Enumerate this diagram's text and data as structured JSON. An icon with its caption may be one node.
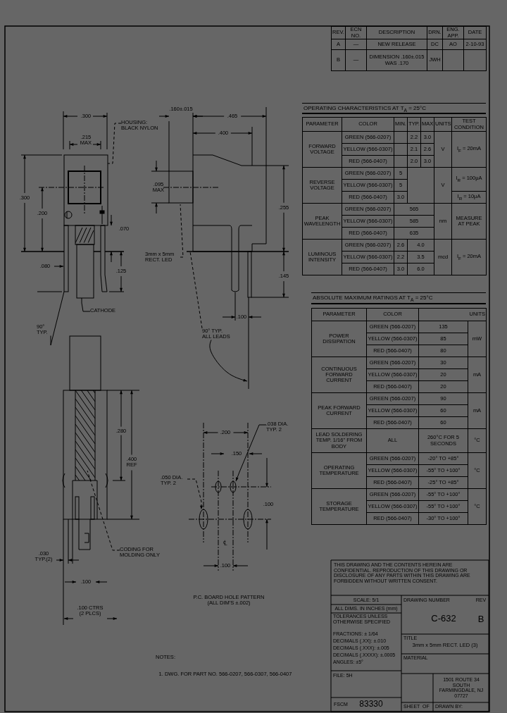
{
  "diagram": {
    "nodes": [
      {
        "text": [
          "HOUSING: BLACK NYLON"
        ]
      },
      {
        "text": [
          "90° TYP."
        ]
      },
      {
        "text": [
          "CATHODE"
        ]
      },
      {
        "text": [
          "3mm x 5mm RECT. LED"
        ]
      },
      {
        "text": [
          "90° TYP. ALL LEADS"
        ]
      },
      {
        "text": [
          "CODING FOR MOLDING ONLY"
        ]
      },
      {
        "text": [
          ".038 DIA. TYP. 2"
        ]
      },
      {
        "text": [
          ".050 DIA. TYP. 2"
        ]
      },
      {
        "text": [],
        "shape": "bar"
      },
      {
        "text": [],
        "shape": "bar"
      },
      {
        "text": [],
        "shape": "circle"
      },
      {
        "text": [],
        "shape": "circle"
      },
      {
        "text": [],
        "shape": "box"
      }
    ],
    "edges": [
      {
        "from": 0,
        "to": 12,
        "arrow": "none",
        "style": "dashed"
      },
      {
        "from": 1,
        "to": 8,
        "arrow": "none"
      },
      {
        "from": 2,
        "to": 9,
        "arrow": "none"
      },
      {
        "from": 3,
        "to": null,
        "arrow": "none",
        "style": "dashed"
      },
      {
        "from": 4,
        "to": null,
        "arrow": "to"
      },
      {
        "from": 5,
        "to": null,
        "arrow": "none",
        "style": "dashed"
      },
      {
        "from": 6,
        "to": 10,
        "arrow": "to"
      },
      {
        "from": 7,
        "to": 11,
        "arrow": "to",
        "style": "dashed"
      },
      {
        "from": 4,
        "to": null,
        "arrow": "none",
        "style": "dashed"
      }
    ],
    "labels": [
      "REV.",
      "ECN NO.",
      "DESCRIPTION",
      "DRN.",
      "ENG. APP.",
      "DATE",
      "A",
      "—",
      "NEW RELEASE",
      "DC",
      "AO",
      "2-10-93",
      "B",
      "—",
      "DIMENSION .160±.015 WAS .170",
      "JWH",
      "OPERATING CHARACTERISTICS AT T$_{A}$ = 25°C",
      "PARAMETER",
      "COLOR",
      "MIN.",
      "TYP.",
      "MAX.",
      "UNITS",
      "TEST CONDITION",
      "GREEN (566-0207)",
      "2.2",
      "3.0",
      "FORWARD VOLTAGE",
      "YELLOW (566-0307)",
      "2.1",
      "2.6",
      "V",
      "I$_{F}$ = 20mA",
      "RED (566-0407)",
      "2.0",
      "3.0",
      "GREEN (566-0207)",
      "5",
      "I$_{R}$ = 100μA",
      "REVERSE VOLTAGE",
      "YELLOW (566-0307)",
      "5",
      "V",
      "RED (566-0407)",
      "3.0",
      "I$_{R}$ = 10μA",
      "GREEN (566-0207)",
      "565",
      "PEAK WAVELENGTH",
      "YELLOW (566-0307)",
      "585",
      "nm",
      "MEASURE AT PEAK",
      "RED (566-0407)",
      "635",
      "GREEN (566-0207)",
      "2.6",
      "4.0",
      "LUMINOUS INTENSITY",
      "YELLOW (566-0307)",
      "2.2",
      "3.5",
      "mcd",
      "I$_{F}$ = 20mA",
      "RED (566-0407)",
      "3.0",
      "6.0",
      "ABSOLUTE MAXIMUM RATINGS AT T$_{A}$ = 25°C",
      "PARAMETER",
      "COLOR",
      "UNITS",
      "GREEN (566-0207)",
      "135",
      "POWER DISSIPATION",
      "YELLOW (566-0307)",
      "85",
      "mW",
      "RED (566-0407)",
      "80",
      "GREEN (566-0207)",
      "30",
      "CONTINUOUS FORWARD CURRENT",
      "YELLOW (566-0307)",
      "20",
      "mA",
      "RED (566-0407)",
      "20",
      "GREEN (566-0207)",
      "90",
      "PEAK FORWARD CURRENT",
      "YELLOW (566-0307)",
      "60",
      "mA",
      "RED (566-0407)",
      "60",
      "LEAD SOLDERING TEMP. 1/16\" FROM BODY",
      "ALL",
      "260°C FOR 5 SECONDS",
      "°C",
      "GREEN (566-0207)",
      "-20° TO +85°",
      "OPERATING TEMPERATURE",
      "YELLOW (566-0307)",
      "-55° TO +100°",
      "°C",
      "RED (566-0407)",
      "-25° TO +85°",
      "GREEN (566-0207)",
      "-55° TO +100°",
      "STORAGE TEMPERATURE",
      "YELLOW (566-0307)",
      "-55° TO +100°",
      "°C",
      "RED (566-0407)",
      "-30° TO +100°",
      ".300",
      ".215 MAX",
      ".160±.015",
      ".465",
      ".400",
      ".300",
      ".200",
      ".095 MAX",
      ".255",
      ".070",
      ".080",
      ".125",
      ".145",
      ".100",
      ".280",
      ".400 REF",
      ".200",
      ".150",
      ".100",
      "℄",
      ".100",
      ".030 TYP.(2)",
      ".100",
      ".100 CTRS (2 PLCS)",
      "P.C. BOARD HOLE PATTERN (ALL DIM'S ±.002)",
      "NOTES:",
      "1. DWG. FOR PART NO. 566-0207, 566-0307, 566-0407",
      "THIS DRAWING AND THE CONTENTS HEREIN ARE CONFIDENTIAL. REPRODUCTION OF THIS DRAWING OR DISCLOSURE OF ANY PARTS WITHIN THIS DRAWING ARE FORBIDDEN WITHOUT WRITTEN CONSENT.",
      "SCALE: 5/1",
      "ALL DIMS. IN INCHES (mm)",
      "TOLERANCES UNLESS OTHERWISE SPECIFIED",
      "FRACTIONS: ± 1/64",
      "DECIMALS (.XX): ±.010",
      "DECIMALS (.XXX): ±.005",
      "DECIMALS (.XXXX): ±.0005",
      "ANGLES: ±5°",
      "FILE: 5H",
      "FSCM",
      "83330",
      "DRAWING NUMBER",
      "REV",
      "C-632",
      "B",
      "TITLE",
      "3mm x 5mm RECT. LED (3)",
      "MATERIAL",
      "1501 ROUTE 34 SOUTH FARMINGDALE, NJ 07727",
      "SHEET",
      "OF",
      "DRAWN BY:"
    ]
  }
}
